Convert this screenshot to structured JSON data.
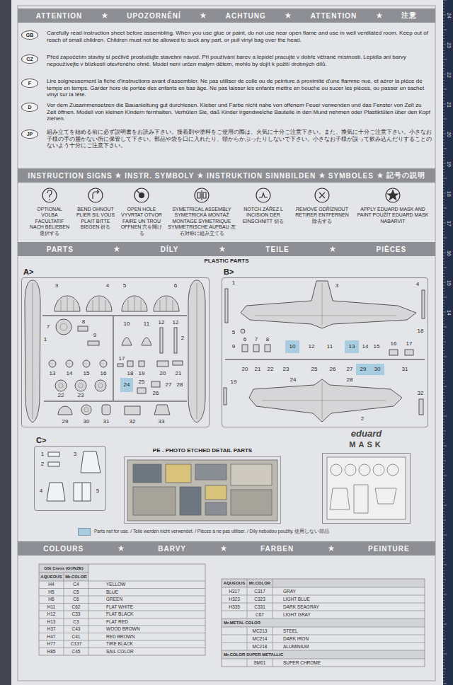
{
  "diagram": {
    "nodes": [
      {
        "text": [
          "ATTENTION",
          "UPOZORNĚNÍ",
          "ACHTUNG",
          "ATTENTION",
          "注意"
        ]
      },
      {
        "text": [
          "GB"
        ]
      },
      {
        "text": [
          "CZ"
        ]
      },
      {
        "text": [
          "F"
        ]
      },
      {
        "text": [
          "D"
        ]
      },
      {
        "text": [
          "JP"
        ]
      },
      {
        "text": [
          "INSTRUCTION SIGNS",
          "INSTR. SYMBOLY",
          "INSTRUKTION SINNBILDEN",
          "SYMBOLES",
          "記号の説明"
        ]
      },
      {
        "text": [
          "PARTS",
          "DÍLY",
          "TEILE",
          "PIÈCES"
        ]
      },
      {
        "text": [
          "A>"
        ]
      },
      {
        "text": [
          "B>"
        ]
      },
      {
        "text": [
          "C>"
        ]
      },
      {
        "text": [
          "PE - PHOTO ETCHED DETAIL PARTS"
        ]
      },
      {
        "text": [
          "eduard",
          "MASK"
        ]
      },
      {
        "text": [
          "COLOURS",
          "BARVY",
          "FARBEN",
          "PEINTURE"
        ]
      }
    ],
    "labels": [
      "Carefully read instruction sheet before assembling. When you use glue or paint, do not use near open flame and use in well ventilated room. Keep out of reach of small children. Children must not be allowed to suck any part, or pull vinyl bag over the head.",
      "Před započetím stavby si pečlivě prostudujte stavební návod. Při používání barev a lepidel pracujte v dobře větrané místnosti. Lepidla ani barvy nepoužívejte v blízkosti otevřeného ohně. Model není určen malým dětem, mohlo by dojít k požití drobných dílů.",
      "Lire soigneusement la fiche d'instructions avant d'assembler. Ne pas utiliser de colle ou de peinture à proximité d'une flamme nue, et aérer la pièce de temps en temps. Garder hors de portée des enfants en bas âge. Ne pas laisser les enfants mettre en bouche ou sucer les pièces, ou passer un sachet vinyl sur la tête.",
      "Vor dem Zusammensetzen die Bauanleitung gut durchlesen. Kleber und Farbe nicht nahe von offenem Feuer verwenden und das Fenster von Zeit zu Zeit öffnen. Modell von kleinen Kindern fernhalten. Verhüten Sie, daß Kinder irgendwelche Bauteile in den Mund nehmen oder Plastiktüten über den Kopf ziehen.",
      "組み立てを始める前に必ず説明書をお読み下さい。接着剤や塗料をご使用の際は、火気に十分ご注意下さい。また、換気に十分ご注意下さい。小さなお子様の手の届かない所に保管して下さい。部品や袋を口に入れたり、頭からかぶったりしないで下さい。小さなお子様が誤って飲み込んだりすることのないよう十分にご注意下さい。",
      "OPTIONAL VOLBA FACULTATIF NACH BELIEBEN 選択する",
      "BEND OHNOUT PLIER SIL VOUS PLAIT BITTE BIEGEN 折る",
      "OPEN HOLE VYVRTAT OTVOR FAIRE UN TROU OFFNEN 穴を開ける",
      "SYMETRICAL ASSEMBLY SYMETRICKÁ MONTÁŽ MONTAGE SYMETRIQUE SYMMETRISCHE AUFBAU 左右対称に組み立てる",
      "NOTCH ZÁŘEZ L INCISION DER EINSCHNITT 切る",
      "REMOVE ODŘÍZNOUT RETIRER ENTFERNEN 除去する",
      "APPLY EDUARD MASK AND PAINT POUŽÍT EDUARD MASK NABARVIT",
      "PLASTIC PARTS",
      "1",
      "2",
      "3",
      "4",
      "5",
      "6",
      "7",
      "8",
      "9",
      "10",
      "11",
      "12",
      "12",
      "13",
      "14",
      "15",
      "16",
      "17",
      "18",
      "19",
      "20",
      "21",
      "22",
      "23",
      "24",
      "25",
      "26",
      "27",
      "28",
      "29",
      "30",
      "31",
      "32",
      "33",
      "1",
      "2",
      "3",
      "4",
      "5",
      "6",
      "7",
      "8",
      "9",
      "10",
      "11",
      "12",
      "13",
      "14",
      "15",
      "16",
      "17",
      "18",
      "19",
      "20",
      "21",
      "22",
      "23",
      "24",
      "25",
      "26",
      "27",
      "28",
      "29",
      "30",
      "31",
      "32",
      "1",
      "2",
      "3",
      "4",
      "5",
      "GSi Creos (GUNZE)",
      "AQUEOUS",
      "Mr.COLOR",
      "H4",
      "C4",
      "YELLOW",
      "H5",
      "C5",
      "BLUE",
      "H6",
      "C6",
      "GREEN",
      "H11",
      "C62",
      "FLAT WHITE",
      "H12",
      "C33",
      "FLAT BLACK",
      "H13",
      "C3",
      "FLAT RED",
      "H37",
      "C43",
      "WOOD BROWN",
      "H47",
      "C41",
      "RED BROWN",
      "H77",
      "C137",
      "TIRE BLACK",
      "H85",
      "C45",
      "SAIL COLOR",
      "AQUEOUS",
      "Mr.COLOR",
      "H317",
      "C317",
      "GRAY",
      "H323",
      "C323",
      "LIGHT BLUE",
      "H335",
      "C331",
      "DARK SEAGRAY",
      "C67",
      "LIGHT GRAY",
      "Mr.METAL COLOR",
      "MC213",
      "STEEL",
      "MC214",
      "DARK IRON",
      "MC218",
      "ALUMINIUM",
      "Mr.COLOR SUPER METALLIC",
      "SM01",
      "SUPER CHROME",
      "24",
      "23",
      "22",
      "21",
      "20",
      "19",
      "18",
      "17",
      "16",
      "15",
      "14"
    ],
    "legend": [
      {
        "text": "Parts not for use. / Teile werden nicht verwendet. / Pièces à ne pas utiliser. / Díly nebudou použity. 使用しない部品",
        "color": "#a9cde0"
      }
    ]
  }
}
